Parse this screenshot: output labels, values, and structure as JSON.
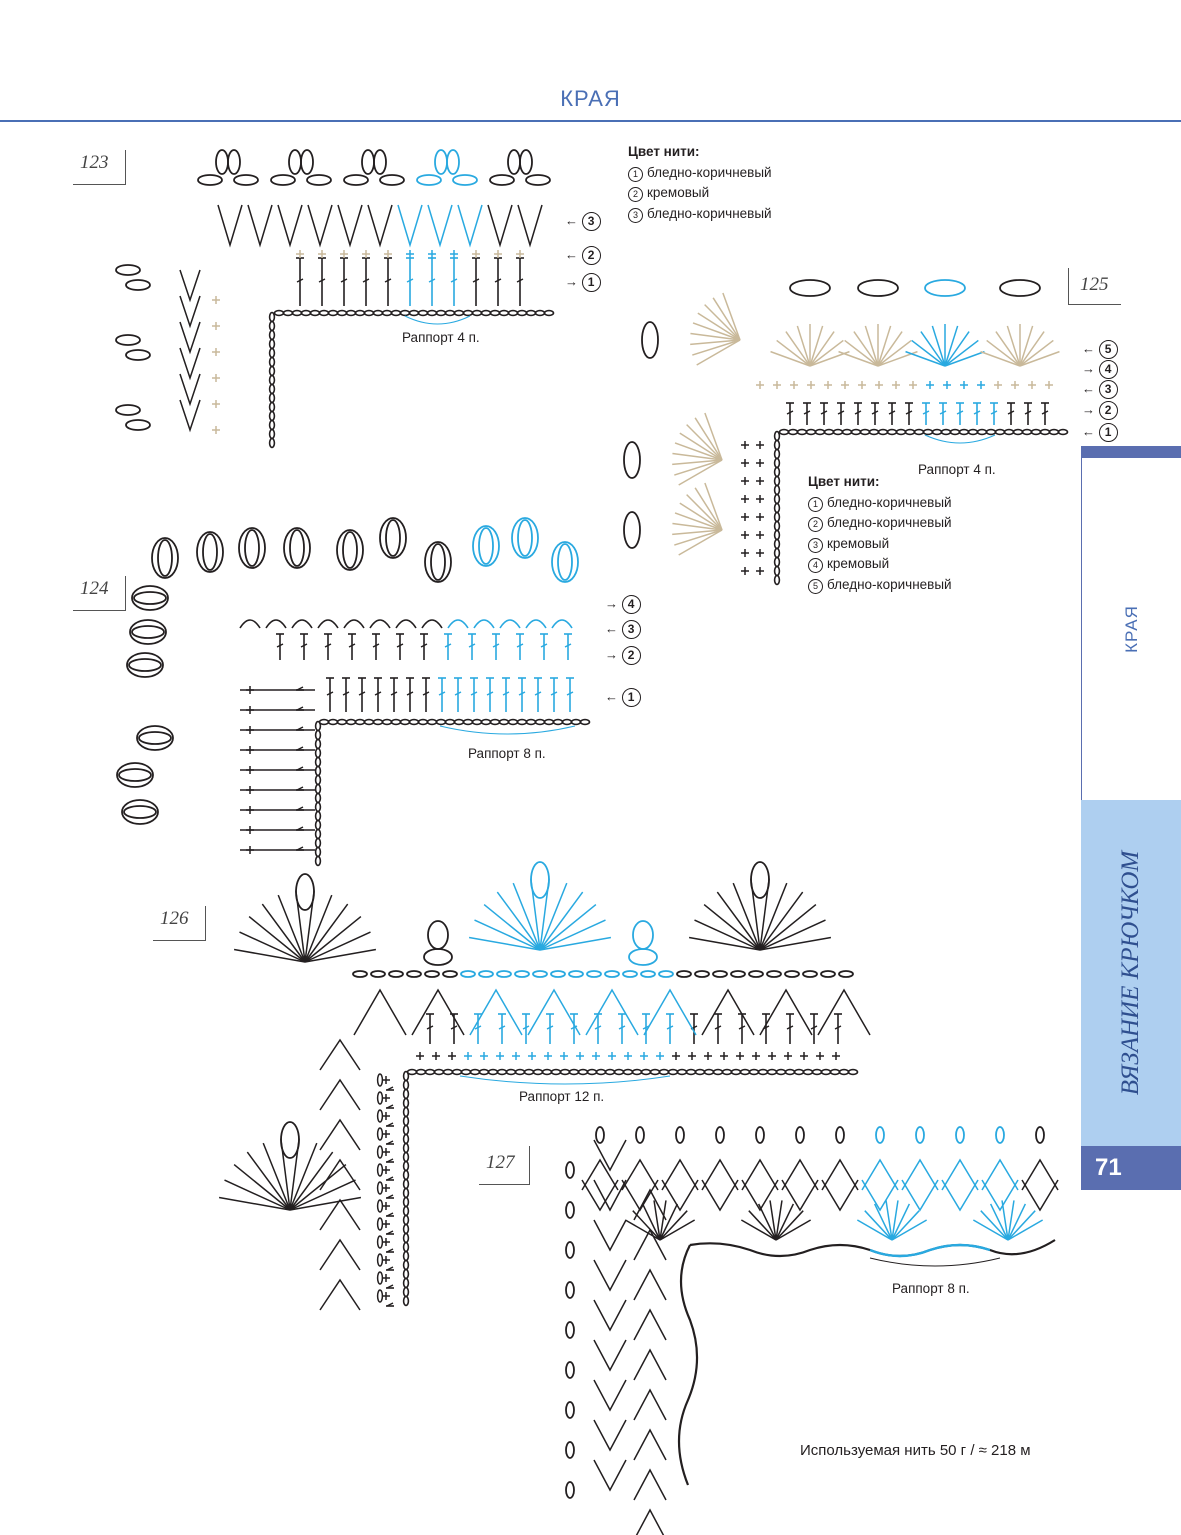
{
  "header": {
    "title": "КРАЯ"
  },
  "patterns": [
    {
      "number": "123",
      "rapport": "Раппорт 4 п.",
      "rows": [
        "3",
        "2",
        "1"
      ]
    },
    {
      "number": "124",
      "rapport": "Раппорт 8 п.",
      "rows": [
        "4",
        "3",
        "2",
        "1"
      ]
    },
    {
      "number": "125",
      "rapport": "Раппорт 4 п.",
      "rows": [
        "5",
        "4",
        "3",
        "2",
        "1"
      ]
    },
    {
      "number": "126",
      "rapport": "Раппорт 12 п."
    },
    {
      "number": "127",
      "rapport": "Раппорт 8 п."
    }
  ],
  "legend_123": {
    "title": "Цвет нити:",
    "items": [
      {
        "n": "1",
        "label": "бледно-коричневый"
      },
      {
        "n": "2",
        "label": "кремовый"
      },
      {
        "n": "3",
        "label": "бледно-коричневый"
      }
    ]
  },
  "legend_125": {
    "title": "Цвет нити:",
    "items": [
      {
        "n": "1",
        "label": "бледно-коричневый"
      },
      {
        "n": "2",
        "label": "бледно-коричневый"
      },
      {
        "n": "3",
        "label": "кремовый"
      },
      {
        "n": "4",
        "label": "кремовый"
      },
      {
        "n": "5",
        "label": "бледно-коричневый"
      }
    ]
  },
  "sidebar": {
    "section_label": "КРАЯ",
    "book_title": "ВЯЗАНИЕ КРЮЧКОМ",
    "page_number": "71"
  },
  "footer": {
    "yarn_note": "Используемая нить 50 г / ≈ 218 м"
  },
  "colors": {
    "accent": "#4a6fb5",
    "highlight": "#29a9e0",
    "beige": "#c9b99a",
    "ink": "#231f20",
    "sidebar_light": "#aecff0"
  }
}
